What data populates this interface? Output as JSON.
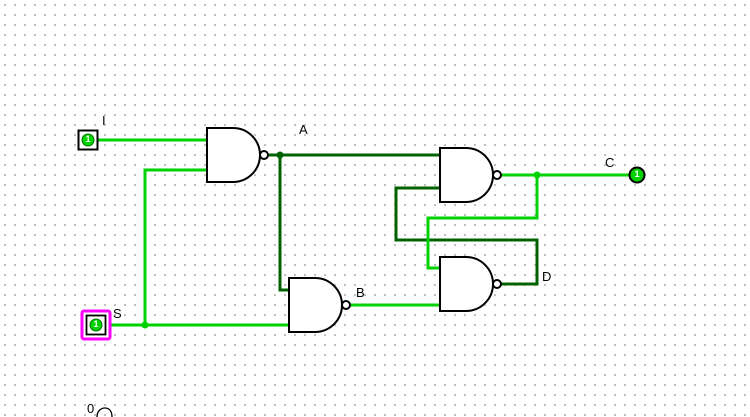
{
  "canvas": {
    "labels": {
      "i": "I",
      "s": "S",
      "a": "A",
      "b": "B",
      "c": "C",
      "d": "D"
    },
    "pins": {
      "input_i_value": "1",
      "input_s_value": "1",
      "output_c_value": "1"
    },
    "partial_bottom_text": "0",
    "colors": {
      "wire_on": "#00d200",
      "wire_off": "#006100",
      "gate": "#000000",
      "selection": "#ff00ff",
      "grid_dot": "#b9b9b9"
    }
  }
}
